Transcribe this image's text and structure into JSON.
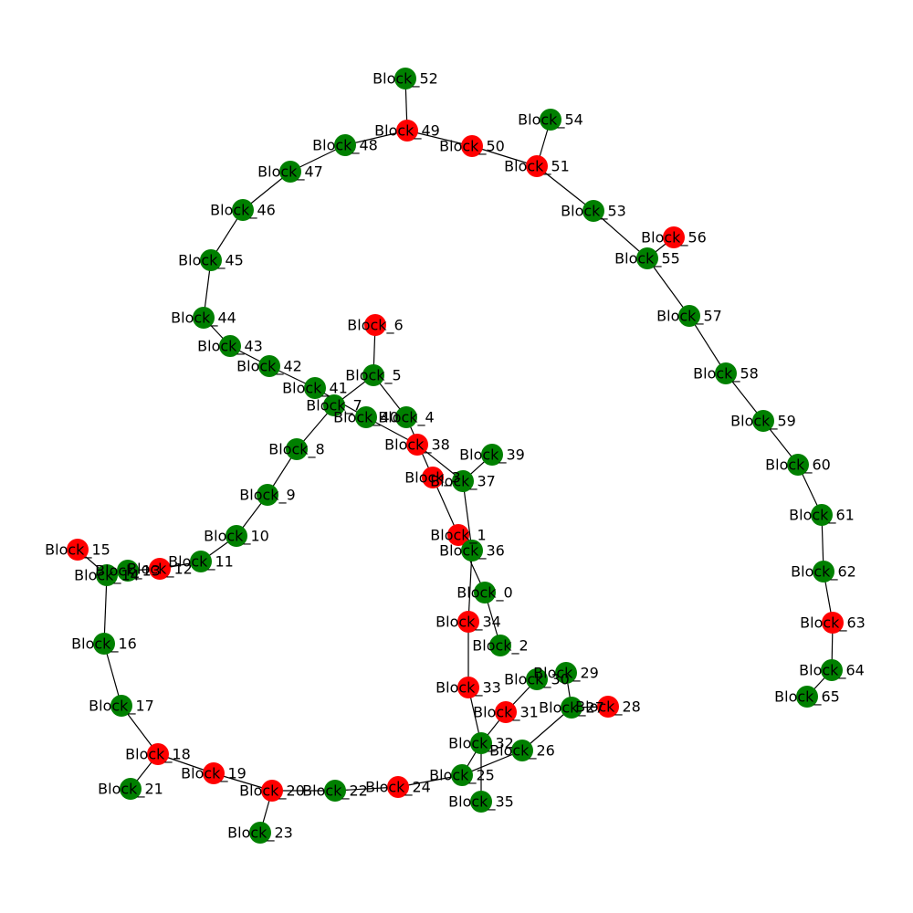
{
  "colors": {
    "red": "#ff0000",
    "green": "#008000",
    "edge": "#000000"
  },
  "nodes": [
    {
      "id": "Block_0",
      "label": "Block_0",
      "color": "green"
    },
    {
      "id": "Block_1",
      "label": "Block_1",
      "color": "red"
    },
    {
      "id": "Block_2",
      "label": "Block_2",
      "color": "green"
    },
    {
      "id": "Block_3",
      "label": "Block_3",
      "color": "red"
    },
    {
      "id": "Block_4",
      "label": "Block_4",
      "color": "green"
    },
    {
      "id": "Block_5",
      "label": "Block_5",
      "color": "green"
    },
    {
      "id": "Block_6",
      "label": "Block_6",
      "color": "red"
    },
    {
      "id": "Block_7",
      "label": "Block_7",
      "color": "green"
    },
    {
      "id": "Block_8",
      "label": "Block_8",
      "color": "green"
    },
    {
      "id": "Block_9",
      "label": "Block_9",
      "color": "green"
    },
    {
      "id": "Block_10",
      "label": "Block_10",
      "color": "green"
    },
    {
      "id": "Block_11",
      "label": "Block_11",
      "color": "green"
    },
    {
      "id": "Block_12",
      "label": "Block_12",
      "color": "red"
    },
    {
      "id": "Block_13",
      "label": "Block_13",
      "color": "green"
    },
    {
      "id": "Block_14",
      "label": "Block_14",
      "color": "green"
    },
    {
      "id": "Block_15",
      "label": "Block_15",
      "color": "red"
    },
    {
      "id": "Block_16",
      "label": "Block_16",
      "color": "green"
    },
    {
      "id": "Block_17",
      "label": "Block_17",
      "color": "green"
    },
    {
      "id": "Block_18",
      "label": "Block_18",
      "color": "red"
    },
    {
      "id": "Block_19",
      "label": "Block_19",
      "color": "red"
    },
    {
      "id": "Block_20",
      "label": "Block_20",
      "color": "red"
    },
    {
      "id": "Block_21",
      "label": "Block_21",
      "color": "green"
    },
    {
      "id": "Block_22",
      "label": "Block_22",
      "color": "green"
    },
    {
      "id": "Block_23",
      "label": "Block_23",
      "color": "green"
    },
    {
      "id": "Block_24",
      "label": "Block_24",
      "color": "red"
    },
    {
      "id": "Block_25",
      "label": "Block_25",
      "color": "green"
    },
    {
      "id": "Block_26",
      "label": "Block_26",
      "color": "green"
    },
    {
      "id": "Block_27",
      "label": "Block_27",
      "color": "green"
    },
    {
      "id": "Block_28",
      "label": "Block_28",
      "color": "red"
    },
    {
      "id": "Block_29",
      "label": "Block_29",
      "color": "green"
    },
    {
      "id": "Block_30",
      "label": "Block_30",
      "color": "green"
    },
    {
      "id": "Block_31",
      "label": "Block_31",
      "color": "red"
    },
    {
      "id": "Block_32",
      "label": "Block_32",
      "color": "green"
    },
    {
      "id": "Block_33",
      "label": "Block_33",
      "color": "red"
    },
    {
      "id": "Block_34",
      "label": "Block_34",
      "color": "red"
    },
    {
      "id": "Block_35",
      "label": "Block_35",
      "color": "green"
    },
    {
      "id": "Block_36",
      "label": "Block_36",
      "color": "green"
    },
    {
      "id": "Block_37",
      "label": "Block_37",
      "color": "green"
    },
    {
      "id": "Block_38",
      "label": "Block_38",
      "color": "red"
    },
    {
      "id": "Block_39",
      "label": "Block_39",
      "color": "green"
    },
    {
      "id": "Block_40",
      "label": "Block_40",
      "color": "green"
    },
    {
      "id": "Block_41",
      "label": "Block_41",
      "color": "green"
    },
    {
      "id": "Block_42",
      "label": "Block_42",
      "color": "green"
    },
    {
      "id": "Block_43",
      "label": "Block_43",
      "color": "green"
    },
    {
      "id": "Block_44",
      "label": "Block_44",
      "color": "green"
    },
    {
      "id": "Block_45",
      "label": "Block_45",
      "color": "green"
    },
    {
      "id": "Block_46",
      "label": "Block_46",
      "color": "green"
    },
    {
      "id": "Block_47",
      "label": "Block_47",
      "color": "green"
    },
    {
      "id": "Block_48",
      "label": "Block_48",
      "color": "green"
    },
    {
      "id": "Block_49",
      "label": "Block_49",
      "color": "red"
    },
    {
      "id": "Block_50",
      "label": "Block_50",
      "color": "red"
    },
    {
      "id": "Block_51",
      "label": "Block_51",
      "color": "red"
    },
    {
      "id": "Block_52",
      "label": "Block_52",
      "color": "green"
    },
    {
      "id": "Block_53",
      "label": "Block_53",
      "color": "green"
    },
    {
      "id": "Block_54",
      "label": "Block_54",
      "color": "green"
    },
    {
      "id": "Block_55",
      "label": "Block_55",
      "color": "green"
    },
    {
      "id": "Block_56",
      "label": "Block_56",
      "color": "red"
    },
    {
      "id": "Block_57",
      "label": "Block_57",
      "color": "green"
    },
    {
      "id": "Block_58",
      "label": "Block_58",
      "color": "green"
    },
    {
      "id": "Block_59",
      "label": "Block_59",
      "color": "green"
    },
    {
      "id": "Block_60",
      "label": "Block_60",
      "color": "green"
    },
    {
      "id": "Block_61",
      "label": "Block_61",
      "color": "green"
    },
    {
      "id": "Block_62",
      "label": "Block_62",
      "color": "green"
    },
    {
      "id": "Block_63",
      "label": "Block_63",
      "color": "red"
    },
    {
      "id": "Block_64",
      "label": "Block_64",
      "color": "green"
    },
    {
      "id": "Block_65",
      "label": "Block_65",
      "color": "green"
    }
  ],
  "edges": [
    [
      "Block_0",
      "Block_1"
    ],
    [
      "Block_0",
      "Block_2"
    ],
    [
      "Block_1",
      "Block_3"
    ],
    [
      "Block_3",
      "Block_4"
    ],
    [
      "Block_4",
      "Block_5"
    ],
    [
      "Block_5",
      "Block_6"
    ],
    [
      "Block_5",
      "Block_7"
    ],
    [
      "Block_7",
      "Block_8"
    ],
    [
      "Block_8",
      "Block_9"
    ],
    [
      "Block_9",
      "Block_10"
    ],
    [
      "Block_10",
      "Block_11"
    ],
    [
      "Block_11",
      "Block_12"
    ],
    [
      "Block_12",
      "Block_13"
    ],
    [
      "Block_13",
      "Block_14"
    ],
    [
      "Block_14",
      "Block_15"
    ],
    [
      "Block_14",
      "Block_16"
    ],
    [
      "Block_16",
      "Block_17"
    ],
    [
      "Block_17",
      "Block_18"
    ],
    [
      "Block_18",
      "Block_19"
    ],
    [
      "Block_18",
      "Block_21"
    ],
    [
      "Block_19",
      "Block_20"
    ],
    [
      "Block_20",
      "Block_22"
    ],
    [
      "Block_20",
      "Block_23"
    ],
    [
      "Block_22",
      "Block_24"
    ],
    [
      "Block_24",
      "Block_25"
    ],
    [
      "Block_25",
      "Block_26"
    ],
    [
      "Block_26",
      "Block_27"
    ],
    [
      "Block_27",
      "Block_28"
    ],
    [
      "Block_27",
      "Block_29"
    ],
    [
      "Block_25",
      "Block_32"
    ],
    [
      "Block_32",
      "Block_31"
    ],
    [
      "Block_31",
      "Block_30"
    ],
    [
      "Block_32",
      "Block_33"
    ],
    [
      "Block_32",
      "Block_35"
    ],
    [
      "Block_33",
      "Block_34"
    ],
    [
      "Block_34",
      "Block_36"
    ],
    [
      "Block_36",
      "Block_37"
    ],
    [
      "Block_37",
      "Block_38"
    ],
    [
      "Block_37",
      "Block_39"
    ],
    [
      "Block_38",
      "Block_40"
    ],
    [
      "Block_40",
      "Block_41"
    ],
    [
      "Block_41",
      "Block_42"
    ],
    [
      "Block_42",
      "Block_43"
    ],
    [
      "Block_43",
      "Block_44"
    ],
    [
      "Block_44",
      "Block_45"
    ],
    [
      "Block_45",
      "Block_46"
    ],
    [
      "Block_46",
      "Block_47"
    ],
    [
      "Block_47",
      "Block_48"
    ],
    [
      "Block_48",
      "Block_49"
    ],
    [
      "Block_49",
      "Block_52"
    ],
    [
      "Block_49",
      "Block_50"
    ],
    [
      "Block_50",
      "Block_51"
    ],
    [
      "Block_51",
      "Block_54"
    ],
    [
      "Block_51",
      "Block_53"
    ],
    [
      "Block_53",
      "Block_55"
    ],
    [
      "Block_55",
      "Block_56"
    ],
    [
      "Block_55",
      "Block_57"
    ],
    [
      "Block_57",
      "Block_58"
    ],
    [
      "Block_58",
      "Block_59"
    ],
    [
      "Block_59",
      "Block_60"
    ],
    [
      "Block_60",
      "Block_61"
    ],
    [
      "Block_61",
      "Block_62"
    ],
    [
      "Block_62",
      "Block_63"
    ],
    [
      "Block_63",
      "Block_64"
    ],
    [
      "Block_64",
      "Block_65"
    ]
  ]
}
